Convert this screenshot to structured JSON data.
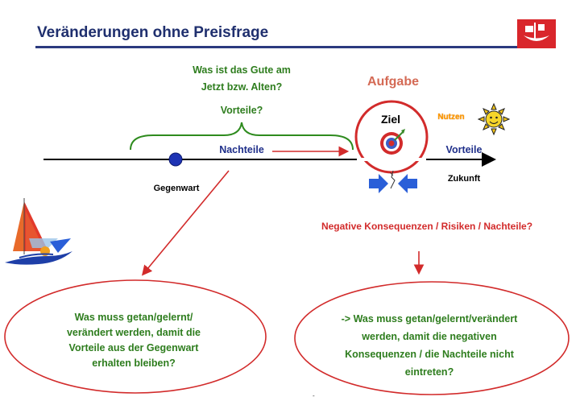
{
  "title": "Veränderungen ohne Preisfrage",
  "question_line1": "Was ist das Gute am",
  "question_line2": "Jetzt bzw. Alten?",
  "vorteile_question": "Vorteile?",
  "aufgabe": "Aufgabe",
  "ziel": "Ziel",
  "nutzen": "Nutzen",
  "nachteile": "Nachteile",
  "vorteile": "Vorteile",
  "gegenwart": "Gegenwart",
  "zukunft": "Zukunft",
  "risiken": "Negative Konsequenzen / Risiken / Nachteile?",
  "ellipse_left": {
    "line1": "Was muss getan/gelernt/",
    "line2": "verändert werden, damit die",
    "line3": "Vorteile aus der Gegenwart",
    "line4": "erhalten bleiben?"
  },
  "ellipse_right": {
    "line1": "-> Was muss getan/gelernt/verändert",
    "line2": "werden, damit die negativen",
    "line3": "Konsequenzen / die Nachteile nicht",
    "line4": "eintreten?"
  },
  "footer_mark": "-",
  "colors": {
    "title": "#1f2f6e",
    "green_text": "#2e7d1e",
    "blue_text": "#1f2f8a",
    "red": "#d22b2b",
    "aufgabe": "#d46a55",
    "nutzen": "#ff9a00"
  }
}
